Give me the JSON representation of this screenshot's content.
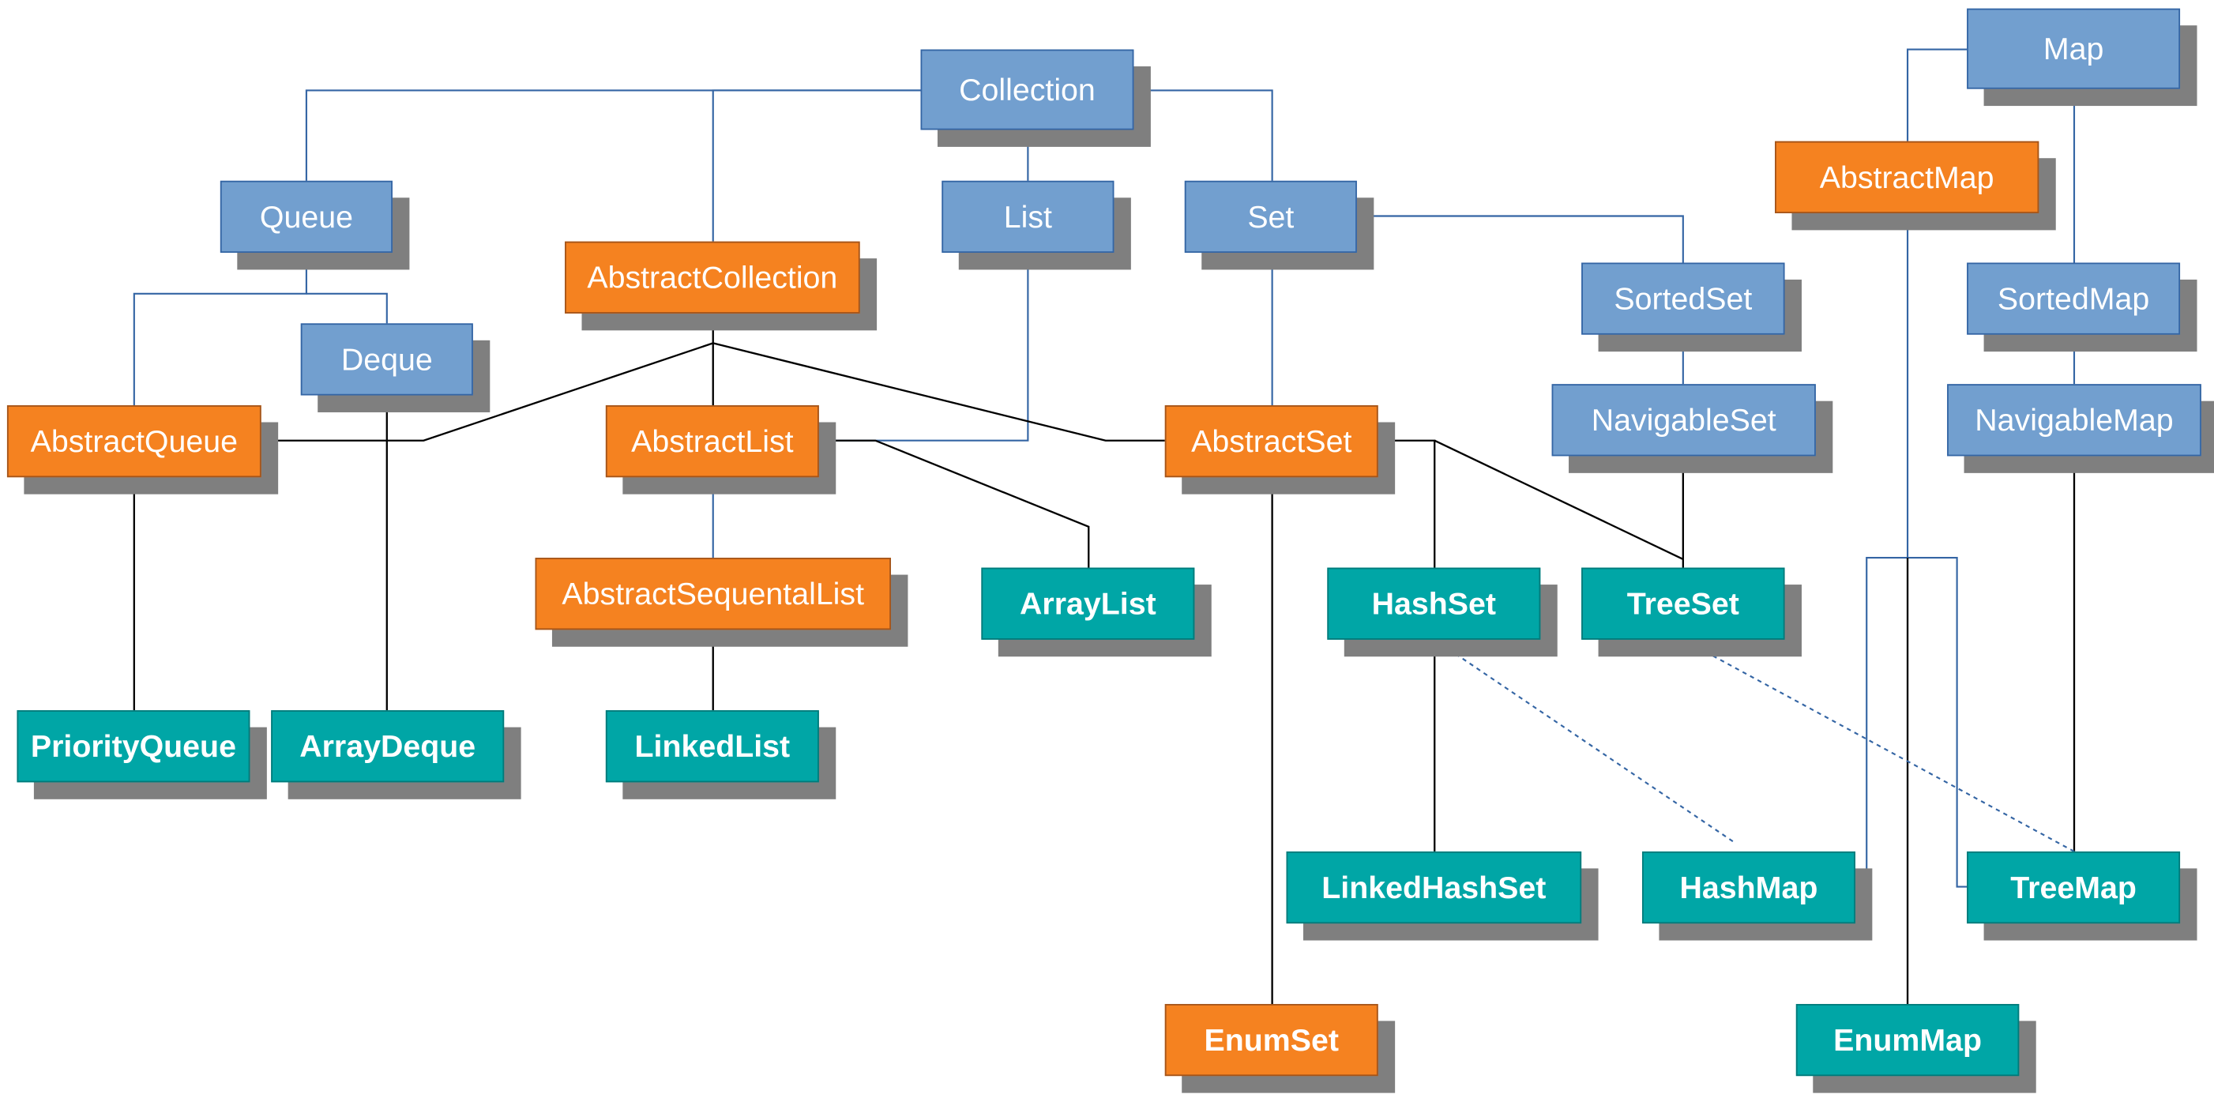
{
  "nodes": {
    "collection": {
      "label": "Collection",
      "kind": "interface"
    },
    "map": {
      "label": "Map",
      "kind": "interface"
    },
    "queue": {
      "label": "Queue",
      "kind": "interface"
    },
    "list": {
      "label": "List",
      "kind": "interface"
    },
    "set": {
      "label": "Set",
      "kind": "interface"
    },
    "deque": {
      "label": "Deque",
      "kind": "interface"
    },
    "sorted_set": {
      "label": "SortedSet",
      "kind": "interface"
    },
    "navigable_set": {
      "label": "NavigableSet",
      "kind": "interface"
    },
    "sorted_map": {
      "label": "SortedMap",
      "kind": "interface"
    },
    "navigable_map": {
      "label": "NavigableMap",
      "kind": "interface"
    },
    "abstract_collection": {
      "label": "AbstractCollection",
      "kind": "abstract"
    },
    "abstract_queue": {
      "label": "AbstractQueue",
      "kind": "abstract"
    },
    "abstract_list": {
      "label": "AbstractList",
      "kind": "abstract"
    },
    "abstract_set": {
      "label": "AbstractSet",
      "kind": "abstract"
    },
    "abstract_map": {
      "label": "AbstractMap",
      "kind": "abstract"
    },
    "abstract_sequential_list": {
      "label": "AbstractSequentalList",
      "kind": "abstract"
    },
    "enum_set": {
      "label": "EnumSet",
      "kind": "abstract"
    },
    "array_list": {
      "label": "ArrayList",
      "kind": "concrete"
    },
    "hash_set": {
      "label": "HashSet",
      "kind": "concrete"
    },
    "tree_set": {
      "label": "TreeSet",
      "kind": "concrete"
    },
    "priority_queue": {
      "label": "PriorityQueue",
      "kind": "concrete"
    },
    "array_deque": {
      "label": "ArrayDeque",
      "kind": "concrete"
    },
    "linked_list": {
      "label": "LinkedList",
      "kind": "concrete"
    },
    "linked_hash_set": {
      "label": "LinkedHashSet",
      "kind": "concrete"
    },
    "hash_map": {
      "label": "HashMap",
      "kind": "concrete"
    },
    "tree_map": {
      "label": "TreeMap",
      "kind": "concrete"
    },
    "enum_map": {
      "label": "EnumMap",
      "kind": "concrete"
    }
  },
  "edges": {
    "interface_inheritance": [
      [
        "collection",
        "queue"
      ],
      [
        "collection",
        "abstract_collection"
      ],
      [
        "collection",
        "list"
      ],
      [
        "collection",
        "set"
      ],
      [
        "queue",
        "abstract_queue"
      ],
      [
        "queue",
        "deque"
      ],
      [
        "list",
        "abstract_list"
      ],
      [
        "set",
        "abstract_set"
      ],
      [
        "set",
        "sorted_set"
      ],
      [
        "sorted_set",
        "navigable_set"
      ],
      [
        "map",
        "abstract_map"
      ],
      [
        "map",
        "sorted_map"
      ],
      [
        "sorted_map",
        "navigable_map"
      ],
      [
        "abstract_list",
        "abstract_sequential_list"
      ],
      [
        "abstract_map",
        "hash_map"
      ],
      [
        "abstract_map",
        "tree_map"
      ]
    ],
    "class_inheritance": [
      [
        "abstract_collection",
        "abstract_queue"
      ],
      [
        "abstract_collection",
        "abstract_list"
      ],
      [
        "abstract_collection",
        "abstract_set"
      ],
      [
        "abstract_queue",
        "priority_queue"
      ],
      [
        "deque",
        "array_deque"
      ],
      [
        "abstract_sequential_list",
        "linked_list"
      ],
      [
        "abstract_list",
        "array_list"
      ],
      [
        "abstract_set",
        "enum_set"
      ],
      [
        "abstract_set",
        "hash_set"
      ],
      [
        "abstract_set",
        "tree_set"
      ],
      [
        "navigable_set",
        "tree_set"
      ],
      [
        "hash_set",
        "linked_hash_set"
      ],
      [
        "navigable_map",
        "tree_map"
      ],
      [
        "abstract_map",
        "enum_map"
      ]
    ],
    "backed_by": [
      [
        "hash_set",
        "hash_map"
      ],
      [
        "tree_set",
        "tree_map"
      ]
    ]
  },
  "colors": {
    "interface_fill": "#729fcf",
    "abstract_fill": "#f58220",
    "concrete_fill": "#00a6a6",
    "interface_line": "#3465a4",
    "class_line": "#000000",
    "shadow": "#7f7f7f"
  }
}
